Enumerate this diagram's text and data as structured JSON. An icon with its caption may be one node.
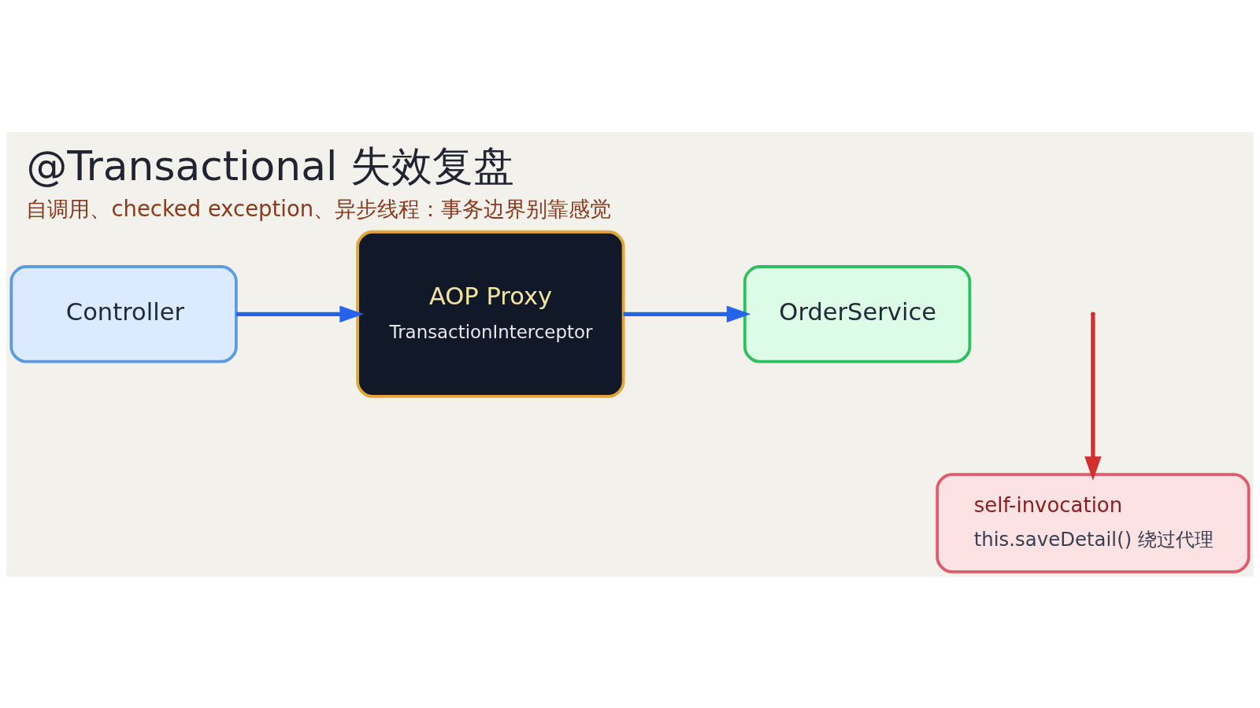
{
  "diagram": {
    "title": "@Transactional 失效复盘",
    "caption": "自调用、checked exception、异步线程：事务边界别靠感觉",
    "nodes": [
      {
        "text": [
          "Controller"
        ]
      },
      {
        "text": [
          "AOP Proxy",
          "TransactionInterceptor"
        ]
      },
      {
        "text": [
          "OrderService"
        ]
      },
      {
        "text": [
          "self-invocation",
          "this.saveDetail() 绕过代理"
        ]
      }
    ],
    "edges": [
      {
        "from": 0,
        "to": 1,
        "arrow": "to"
      },
      {
        "from": 1,
        "to": 2,
        "arrow": "to"
      },
      {
        "from": null,
        "to": 3,
        "arrow": "to",
        "color": "#d32f2f"
      }
    ]
  }
}
